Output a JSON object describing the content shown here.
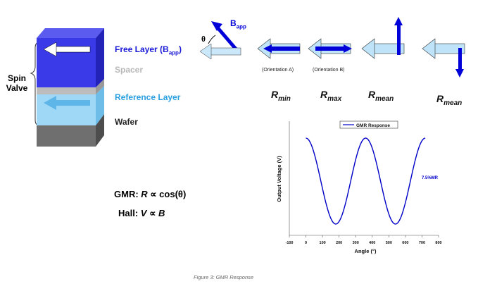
{
  "spin_valve_label": [
    "Spin",
    "Valve"
  ],
  "layers": {
    "free": {
      "label": "Free Layer (B",
      "sub": "app",
      "close": ")",
      "color": "#1a1ad8"
    },
    "spacer": {
      "label": "Spacer",
      "color": "#b8b8b8"
    },
    "reference": {
      "label": "Reference Layer",
      "color": "#2a9fe0"
    },
    "wafer": {
      "label": "Wafer",
      "color": "#222222"
    }
  },
  "field": {
    "bapp": "B",
    "bapp_sub": "app",
    "theta": "θ"
  },
  "orientations": [
    {
      "caption": "(Orientation A)",
      "r": "R",
      "r_sub": "min"
    },
    {
      "caption": "(Orientation B)",
      "r": "R",
      "r_sub": "max"
    },
    {
      "caption": "",
      "r": "R",
      "r_sub": "mean"
    },
    {
      "caption": "",
      "r": "R",
      "r_sub": "mean"
    }
  ],
  "equations": {
    "gmr_prefix": "GMR: ",
    "gmr_var": "R",
    "gmr_rest": " ∝ cos(θ)",
    "hall_prefix": "Hall: ",
    "hall_var": "V",
    "hall_mid": " ∝ ",
    "hall_var2": "B"
  },
  "chart_data": {
    "type": "line",
    "series": [
      {
        "name": "GMR Response"
      }
    ],
    "legend": "GMR Response",
    "legend_position": "top-center",
    "xlabel": "Angle (°)",
    "ylabel": "Output Voltage (V)",
    "xlim": [
      -100,
      800
    ],
    "xticks": [
      -100,
      0,
      100,
      200,
      300,
      400,
      500,
      600,
      700,
      800
    ],
    "annotation": "7.5%MR",
    "grid": false,
    "x": [
      0,
      45,
      90,
      135,
      180,
      225,
      270,
      315,
      360,
      405,
      450,
      495,
      540,
      585,
      630,
      675,
      720
    ],
    "y": [
      1.0,
      0.854,
      0.5,
      0.146,
      0.0,
      0.146,
      0.5,
      0.854,
      1.0,
      0.854,
      0.5,
      0.146,
      0.0,
      0.146,
      0.5,
      0.854,
      1.0
    ],
    "line_color": "#0000c8"
  },
  "caption": "Figure 3: GMR Response"
}
